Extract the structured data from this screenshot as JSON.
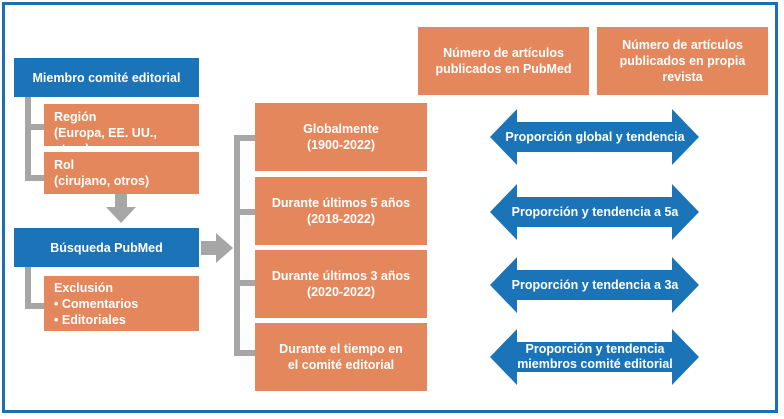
{
  "colors": {
    "frame": "#1e6fb0",
    "blue": "#1b74b8",
    "orange": "#e4875d",
    "connector": "#a6a6a6"
  },
  "left_column": {
    "member": "Miembro comité editorial",
    "region": [
      "Región",
      "(Europa, EE. UU., otros)"
    ],
    "role": [
      "Rol",
      "(cirujano, otros)"
    ],
    "search": "Búsqueda PubMed",
    "exclusion": {
      "title": "Exclusión",
      "items": [
        "Comentarios",
        "Editoriales"
      ]
    }
  },
  "periods": [
    [
      "Globalmente",
      "(1900-2022)"
    ],
    [
      "Durante últimos 5 años",
      "(2018-2022)"
    ],
    [
      "Durante últimos 3 años",
      "(2020-2022)"
    ],
    [
      "Durante el tiempo en",
      "el comité editorial"
    ]
  ],
  "headers": {
    "pubmed": [
      "Número de artículos",
      "publicados en PubMed"
    ],
    "journal": [
      "Número de artículos",
      "publicados en propia",
      "revista"
    ]
  },
  "arrows": [
    [
      "Proporción global y tendencia"
    ],
    [
      "Proporción y tendencia a 5a"
    ],
    [
      "Proporción y tendencia a 3a"
    ],
    [
      "Proporción y tendencia",
      "miembros comité editorial"
    ]
  ]
}
